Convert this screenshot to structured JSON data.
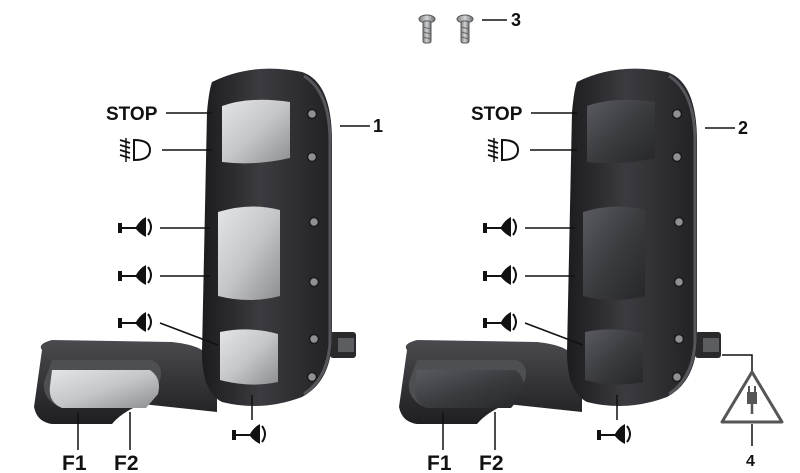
{
  "callouts": {
    "part1": "1",
    "part2": "2",
    "part3": "3",
    "part4": "4"
  },
  "left_unit": {
    "stop_label": "STOP",
    "f1_label": "F1",
    "f2_label": "F2"
  },
  "right_unit": {
    "stop_label": "STOP",
    "f1_label": "F1",
    "f2_label": "F2"
  },
  "icons": {
    "fog_light": "fog-light-icon",
    "horn": "horn-icon",
    "plug_warning": "plug-warning-icon",
    "screw": "screw-icon"
  },
  "colors": {
    "housing": "#2f2f33",
    "button_light": "#c9cbcd",
    "button_dark": "#3a3b3f",
    "line": "#111111"
  }
}
